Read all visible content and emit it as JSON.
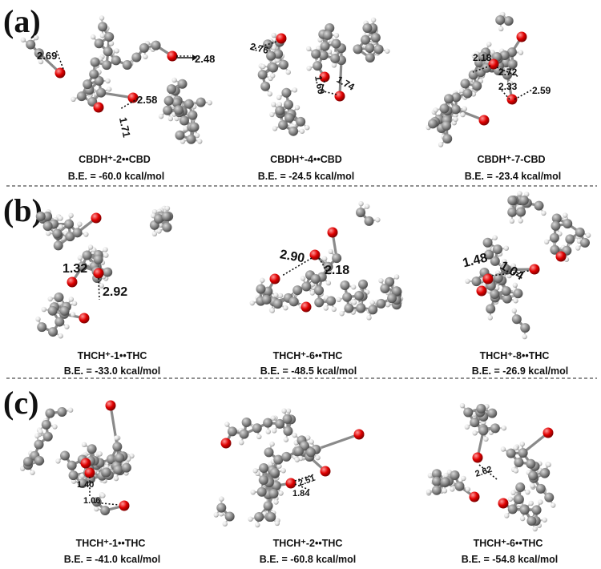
{
  "panels": [
    {
      "letter": "(a)",
      "structures": [
        {
          "name": "CBDH⁺-2••CBD",
          "energy": "B.E. = -60.0 kcal/mol",
          "distances": [
            "2.69",
            "2.48",
            "2.58",
            "1.71"
          ]
        },
        {
          "name": "CBDH⁺-4••CBD",
          "energy": "B.E. = -24.5 kcal/mol",
          "distances": [
            "2.76",
            "1.60",
            "1.74"
          ]
        },
        {
          "name": "CBDH⁺-7-CBD",
          "energy": "B.E. = -23.4 kcal/mol",
          "distances": [
            "2.18",
            "2.72",
            "2.33",
            "2.59"
          ]
        }
      ]
    },
    {
      "letter": "(b)",
      "structures": [
        {
          "name": "THCH⁺-1••THC",
          "energy": "B.E. = -33.0 kcal/mol",
          "distances": [
            "1.32",
            "2.92"
          ]
        },
        {
          "name": "THCH⁺-6••THC",
          "energy": "B.E. = -48.5 kcal/mol",
          "distances": [
            "2.90",
            "2.18"
          ]
        },
        {
          "name": "THCH⁺-8••THC",
          "energy": "B.E. = -26.9 kcal/mol",
          "distances": [
            "1.48",
            "1.04"
          ]
        }
      ]
    },
    {
      "letter": "(c)",
      "structures": [
        {
          "name": "THCH⁺-1••THC",
          "energy": "B.E. = -41.0 kcal/mol",
          "distances": [
            "1.40",
            "1.06"
          ]
        },
        {
          "name": "THCH⁺-2••THC",
          "energy": "B.E. = -60.8 kcal/mol",
          "distances": [
            "2.51",
            "1.84"
          ]
        },
        {
          "name": "THCH⁺-6••THC",
          "energy": "B.E. = -54.8 kcal/mol",
          "distances": [
            "2.62"
          ]
        }
      ]
    }
  ],
  "colors": {
    "carbon": "#8c8c8c",
    "hydrogen": "#e6e6e6",
    "oxygen": "#e00000",
    "bond": "#8a8a8a"
  }
}
